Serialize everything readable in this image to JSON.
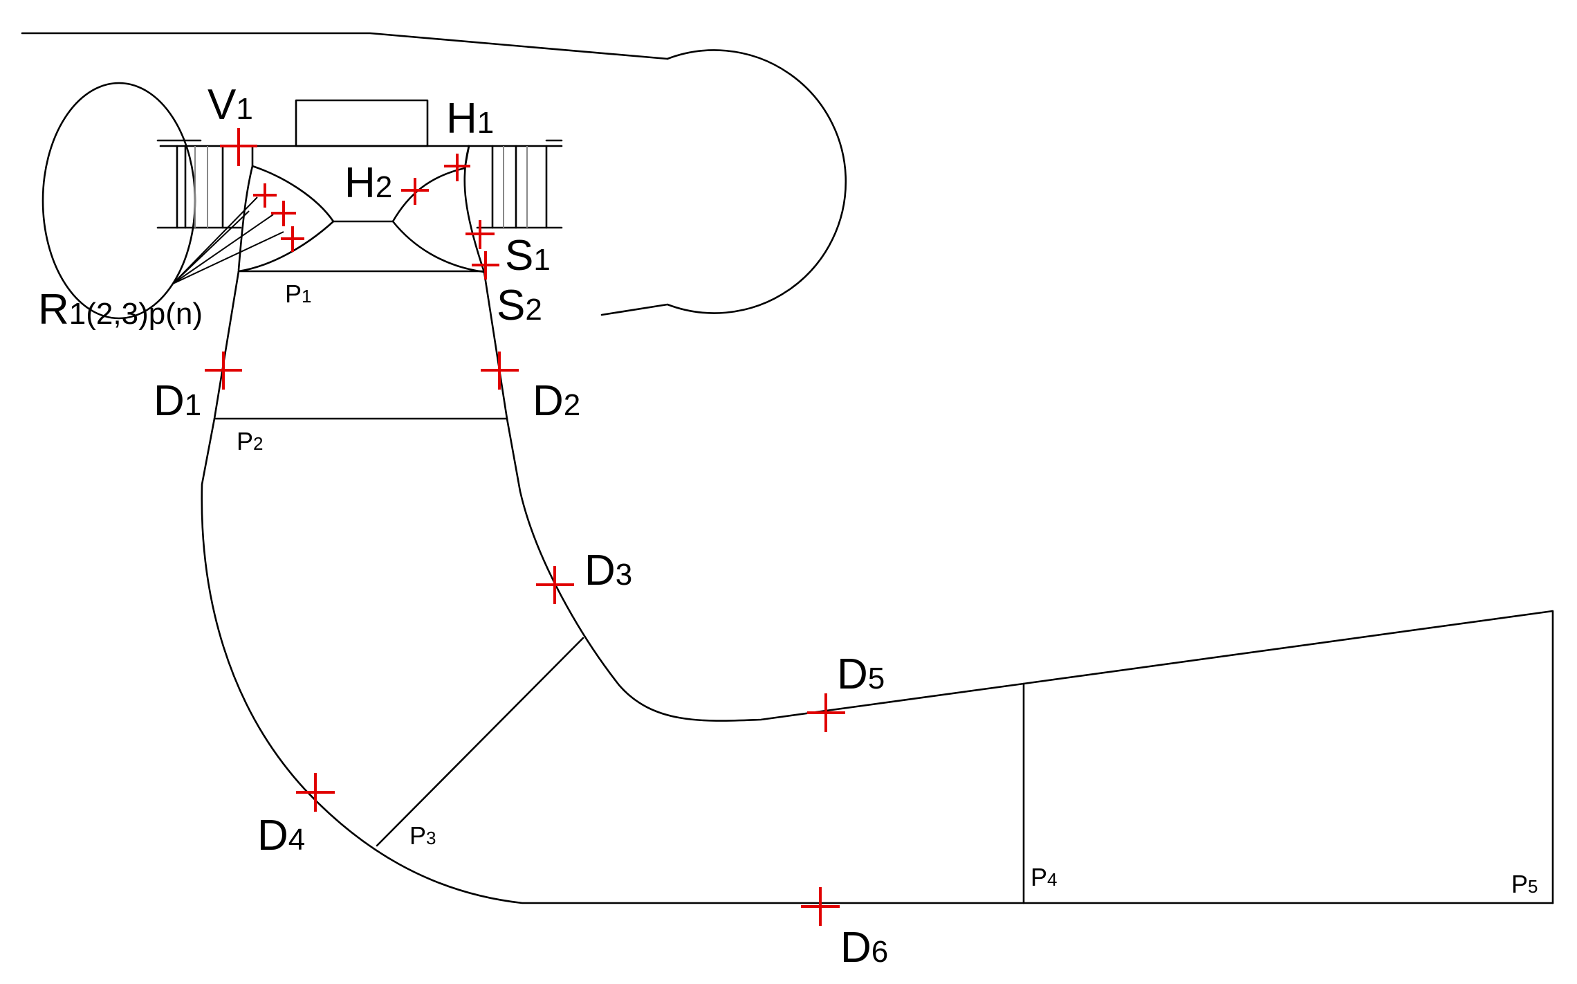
{
  "colors": {
    "lines": "#000000",
    "markers": "#e00000",
    "background": "#ffffff"
  },
  "labels": {
    "V1": {
      "main": "V",
      "sub": "1"
    },
    "H1": {
      "main": "H",
      "sub": "1"
    },
    "H2": {
      "main": "H",
      "sub": "2"
    },
    "S1": {
      "main": "S",
      "sub": "1"
    },
    "S2": {
      "main": "S",
      "sub": "2"
    },
    "R": {
      "main": "R",
      "sub": "1(2,3)p(n)"
    },
    "D1": {
      "main": "D",
      "sub": "1"
    },
    "D2": {
      "main": "D",
      "sub": "2"
    },
    "D3": {
      "main": "D",
      "sub": "3"
    },
    "D4": {
      "main": "D",
      "sub": "4"
    },
    "D5": {
      "main": "D",
      "sub": "5"
    },
    "D6": {
      "main": "D",
      "sub": "6"
    },
    "P1": {
      "main": "P",
      "sub": "1"
    },
    "P2": {
      "main": "P",
      "sub": "2"
    },
    "P3": {
      "main": "P",
      "sub": "3"
    },
    "P4": {
      "main": "P",
      "sub": "4"
    },
    "P5": {
      "main": "P",
      "sub": "5"
    }
  }
}
